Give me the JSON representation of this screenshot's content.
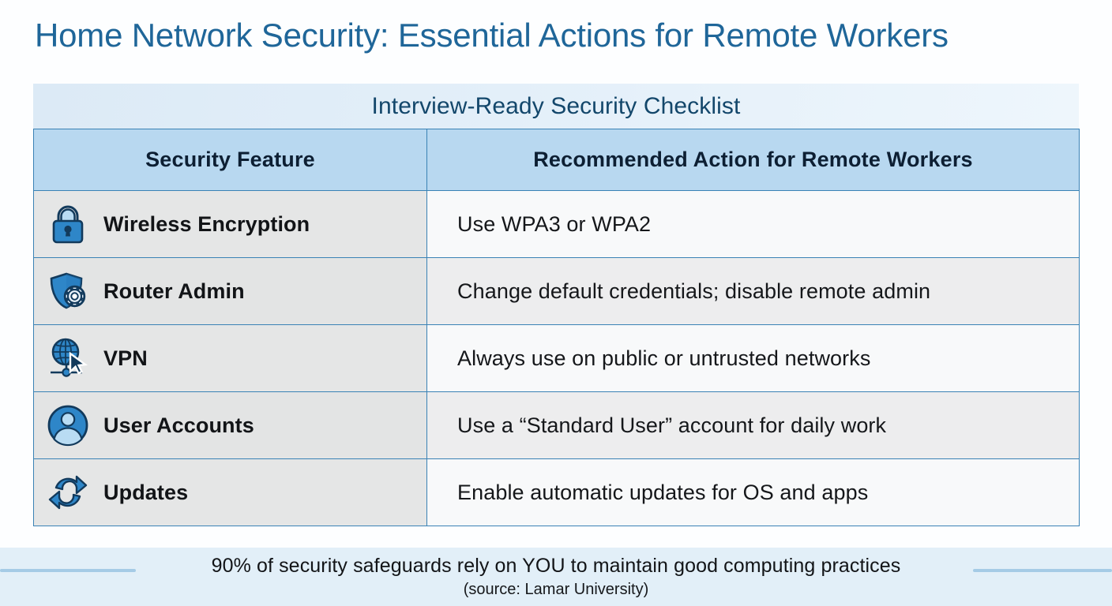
{
  "page": {
    "title": "Home Network Security: Essential Actions for Remote Workers",
    "title_color": "#1f6699",
    "background_color": "#fdfeff"
  },
  "table": {
    "caption": "Interview-Ready Security Checklist",
    "caption_band_color": "#dceaf6",
    "header_background": "#b8d8f0",
    "border_color": "#3a82b5",
    "columns": [
      {
        "key": "feature",
        "label": "Security Feature"
      },
      {
        "key": "action",
        "label": "Recommended Action for Remote Workers"
      }
    ],
    "rows": [
      {
        "icon": "padlock-icon",
        "feature": "Wireless Encryption",
        "action": "Use WPA3 or WPA2"
      },
      {
        "icon": "shield-gear-icon",
        "feature": "Router Admin",
        "action": "Change default credentials; disable remote admin"
      },
      {
        "icon": "globe-cursor-icon",
        "feature": "VPN",
        "action": "Always use on public or untrusted networks"
      },
      {
        "icon": "user-circle-icon",
        "feature": "User Accounts",
        "action": "Use a “Standard User” account for daily work"
      },
      {
        "icon": "refresh-sync-icon",
        "feature": "Updates",
        "action": "Enable automatic updates for OS and apps"
      }
    ],
    "icon_colors": {
      "primary": "#2e86c8",
      "light": "#b9dcf3",
      "outline": "#123a5c"
    }
  },
  "footer": {
    "statistic": "90% of security safeguards rely on YOU to maintain good computing practices",
    "source": "(source: Lamar University)",
    "band_color": "#e2eff8",
    "rule_color": "#a5cbe6"
  }
}
